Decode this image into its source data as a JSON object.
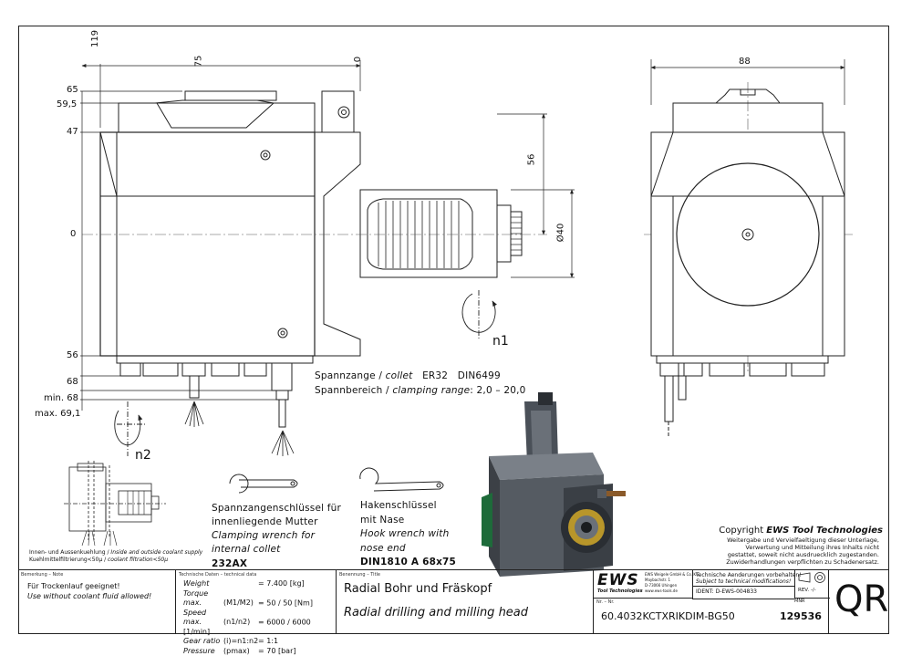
{
  "dimensions": {
    "top_119": "119",
    "top_75": "75",
    "top_0": "0",
    "left_65": "65",
    "left_59_5": "59,5",
    "left_47": "47",
    "left_0": "0",
    "left_56": "56",
    "left_68": "68",
    "left_min68": "min. 68",
    "left_max69_1": "max. 69,1",
    "right_56": "56",
    "right_d40": "Ø40",
    "side_88": "88"
  },
  "rotation_labels": {
    "n1": "n1",
    "n2": "n2"
  },
  "collet": {
    "line1_a": "Spannzange / ",
    "line1_b": "collet",
    "line1_c": "ER32",
    "line1_d": "DIN6499",
    "line2_a": "Spannbereich / ",
    "line2_b": "clamping range",
    "line2_c": ": 2,0 – 20,0"
  },
  "coolant": {
    "de": "Innen- und Aussenkuehlung / ",
    "en": "Inside and outside coolant supply",
    "filter_de": "Kuehlmittelfiltrierung<50μ / ",
    "filter_en": "coolant filtration<50μ"
  },
  "wrench1": {
    "de1": "Spannzangenschlüssel für",
    "de2": "innenliegende Mutter",
    "en1": "Clamping wrench for",
    "en2": "internal collet",
    "code": "232AX"
  },
  "wrench2": {
    "de1": "Hakenschlüssel",
    "de2": "mit Nase",
    "en1": "Hook wrench with",
    "en2": "nose end",
    "code": "DIN1810  A  68x75"
  },
  "copyright": {
    "title_a": "Copyright ",
    "title_b": "EWS Tool Technologies",
    "line1": "Weitergabe und Vervielfaeltigung dieser Unterlage,",
    "line2": "Verwertung und Mitteilung ihres Inhalts nicht",
    "line3": "gestattet, soweit nicht ausdruecklich zugestanden.",
    "line4": "Zuwiderhandlungen verpflichten zu Schadenersatz."
  },
  "title_block": {
    "note_caption": "Bemerkung – Note",
    "note_de": "Für Trockenlauf geeignet!",
    "note_en": "Use without coolant fluid allowed!",
    "tech_caption": "Technische Daten – technical data",
    "tech_rows": [
      {
        "label": "Weight",
        "sym": "",
        "val": "= 7.400 [kg]"
      },
      {
        "label": "Torque max.",
        "sym": "(M1/M2)",
        "val": "= 50 / 50 [Nm]"
      },
      {
        "label": "Speed max.",
        "sym": "(n1/n2)",
        "val": "= 6000 / 6000 [1/min]"
      },
      {
        "label": "Gear ratio",
        "sym": "(i)=n1:n2",
        "val": "= 1:1"
      },
      {
        "label": "Pressure",
        "sym": "(pmax)",
        "val": "= 70 [bar]"
      }
    ],
    "title_caption": "Benennung – Title",
    "title_de": "Radial Bohr und Fräskopf",
    "title_en": "Radial drilling and milling head",
    "logo": "EWS",
    "logo_sub": "Tool Technologies",
    "company1": "EWS Weigele GmbH & Co. KG",
    "company2": "Maybachstr. 1",
    "company3": "D-73066 Uhingen",
    "company4": "www.ews-tools.de",
    "change_de": "Technische Aenderungen vorbehalten!",
    "change_en": "Subject to technical modifications!",
    "ident": "IDENT:  D-EWS-004833",
    "rev": "REV.  -/-",
    "nr_caption": "Nr. – Nr.",
    "part_no": "60.4032KCTXRIKDIM-BG50",
    "mnr_caption": "MNR",
    "mnr": "129536",
    "qr": "QR"
  }
}
